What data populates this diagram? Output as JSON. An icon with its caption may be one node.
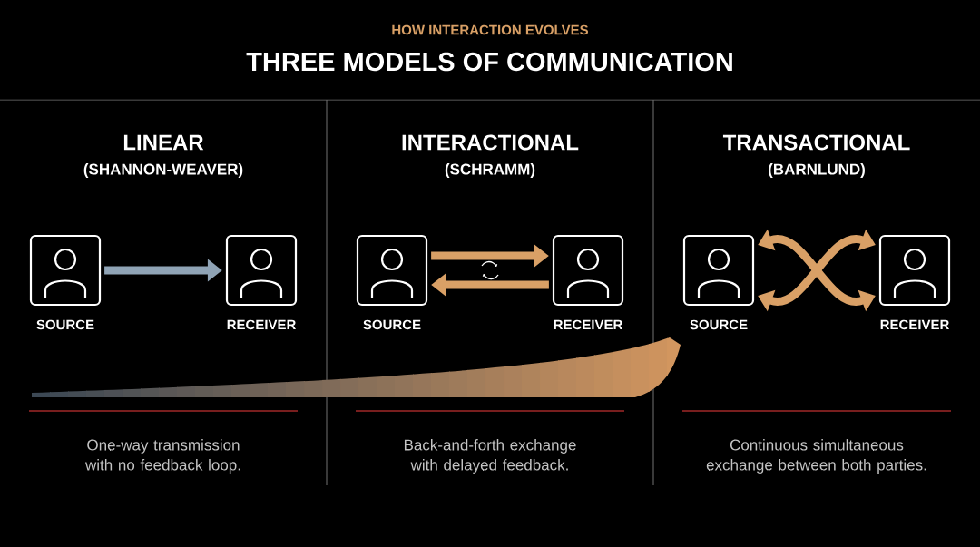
{
  "diagram": {
    "title": "THREE MODELS OF COMMUNICATION",
    "nodes": [
      {
        "text": [
          "SOURCE"
        ]
      },
      {
        "text": [
          "RECEIVER"
        ]
      },
      {
        "text": [
          "SOURCE"
        ]
      },
      {
        "text": [
          "RECEIVER"
        ]
      },
      {
        "text": [
          "SOURCE"
        ]
      },
      {
        "text": [
          "RECEIVER"
        ]
      }
    ],
    "edges": [
      {
        "from": 0,
        "to": 1,
        "arrow": "to",
        "color": "#8fa3b5"
      },
      {
        "from": 2,
        "to": 3,
        "arrow": "to"
      },
      {
        "from": 3,
        "to": 2,
        "arrow": "to"
      },
      {
        "from": 4,
        "to": 5,
        "arrow": "both"
      },
      {
        "from": 4,
        "to": 5,
        "arrow": "both"
      }
    ],
    "labels": [
      "HOW INTERACTION EVOLVES",
      "LINEAR",
      "(SHANNON-WEAVER)",
      "INTERACTIONAL",
      "(SCHRAMM)",
      "TRANSACTIONAL",
      "(BARNLUND)",
      "One-way transmission with no feedback loop.",
      "Back-and-forth exchange with delayed feedback.",
      "Continuous simultaneous exchange between both parties."
    ]
  }
}
